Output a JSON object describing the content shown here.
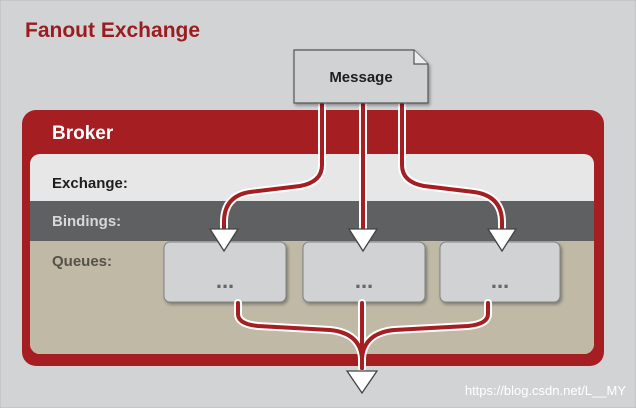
{
  "title": "Fanout Exchange",
  "message": "Message",
  "broker": "Broker",
  "rows": {
    "exchange": "Exchange:",
    "bindings": "Bindings:",
    "queues": "Queues:"
  },
  "queues": [
    {
      "label": "..."
    },
    {
      "label": "..."
    },
    {
      "label": "..."
    }
  ],
  "watermark": "https://blog.csdn.net/L__MY",
  "colors": {
    "background": "#d2d3d5",
    "broker_red": "#a41e22",
    "title_red": "#9b1c1f",
    "bindings_band": "#5f6062",
    "queues_band": "#bfb9a6",
    "queue_box": "#d1d2d4",
    "arrow_fill": "#ffffff"
  }
}
